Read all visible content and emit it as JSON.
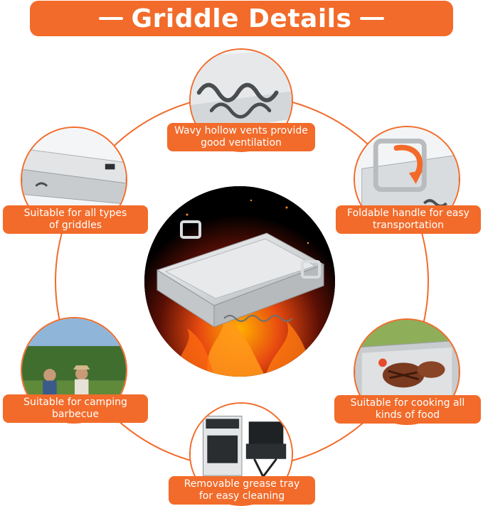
{
  "header": {
    "title": "Griddle Details"
  },
  "features": [
    {
      "line1": "Wavy hollow vents provide",
      "line2": "good ventilation"
    },
    {
      "line1": "Foldable handle for easy",
      "line2": "transportation"
    },
    {
      "line1": "Suitable for cooking all",
      "line2": "kinds of food"
    },
    {
      "line1": "Removable grease tray",
      "line2": "for easy cleaning"
    },
    {
      "line1": "Suitable for camping",
      "line2": "barbecue"
    },
    {
      "line1": "Suitable for all types",
      "line2": "of griddles"
    }
  ],
  "colors": {
    "accent": "#f26b2a",
    "steel": "#d8dadc"
  }
}
